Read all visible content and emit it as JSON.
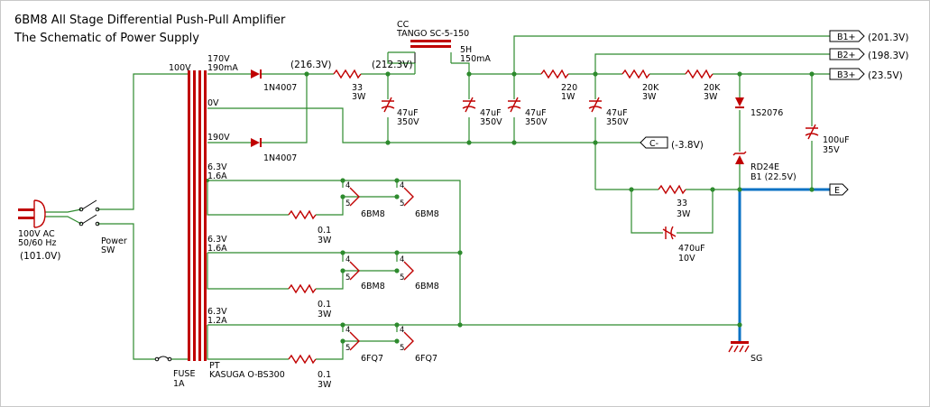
{
  "title": {
    "line1": "6BM8 All Stage Differential Push-Pull Amplifier",
    "line2": "The Schematic of Power Supply"
  },
  "input": {
    "ac": "100V AC",
    "freq": "50/60 Hz",
    "measured": "(101.0V)"
  },
  "power_switch": {
    "line1": "Power",
    "line2": "SW"
  },
  "fuse": {
    "line1": "FUSE",
    "line2": "1A"
  },
  "transformer": {
    "primary": "100V",
    "name": "PT",
    "model": "KASUGA O-BS300",
    "tap_170": "170V",
    "tap_170_current": "190mA",
    "tap_0": "0V",
    "tap_190": "190V",
    "heater1_v": "6.3V",
    "heater1_a": "1.6A",
    "heater2_v": "6.3V",
    "heater2_a": "1.6A",
    "heater3_v": "6.3V",
    "heater3_a": "1.2A"
  },
  "diodes": {
    "d1": "1N4007",
    "d2": "1N4007"
  },
  "voltages": {
    "v1": "(216.3V)",
    "v2": "(212.3V)"
  },
  "choke": {
    "label": "CC",
    "model": "TANGO SC-5-150",
    "l": "5H",
    "i": "150mA"
  },
  "resistors": {
    "r1_v": "33",
    "r1_w": "3W",
    "r2_v": "220",
    "r2_w": "1W",
    "r3_v": "20K",
    "r3_w": "3W",
    "r4_v": "20K",
    "r4_w": "3W",
    "r5_v": "33",
    "r5_w": "3W",
    "rh1_v": "0.1",
    "rh1_w": "3W",
    "rh2_v": "0.1",
    "rh2_w": "3W",
    "rh3_v": "0.1",
    "rh3_w": "3W"
  },
  "capacitors": {
    "c1_v": "47uF",
    "c1_w": "350V",
    "c2_v": "47uF",
    "c2_w": "350V",
    "c3_v": "47uF",
    "c3_w": "350V",
    "c4_v": "47uF",
    "c4_w": "350V",
    "c5_v": "100uF",
    "c5_w": "35V",
    "c6_v": "470uF",
    "c6_w": "10V"
  },
  "zener": {
    "z1": "1S2076",
    "z2_line1": "RD24E",
    "z2_line2": "B1 (22.5V)"
  },
  "tubes": {
    "h1a": "6BM8",
    "h1b": "6BM8",
    "h2a": "6BM8",
    "h2b": "6BM8",
    "h3a": "6FQ7",
    "h3b": "6FQ7",
    "pin4": "4",
    "pin5": "5"
  },
  "outputs": {
    "b1": "B1+",
    "b1_v": "(201.3V)",
    "b2": "B2+",
    "b2_v": "(198.3V)",
    "b3": "B3+",
    "b3_v": "(23.5V)",
    "c": "C-",
    "c_v": "(-3.8V)",
    "e": "E"
  },
  "ground": {
    "sg": "SG"
  }
}
